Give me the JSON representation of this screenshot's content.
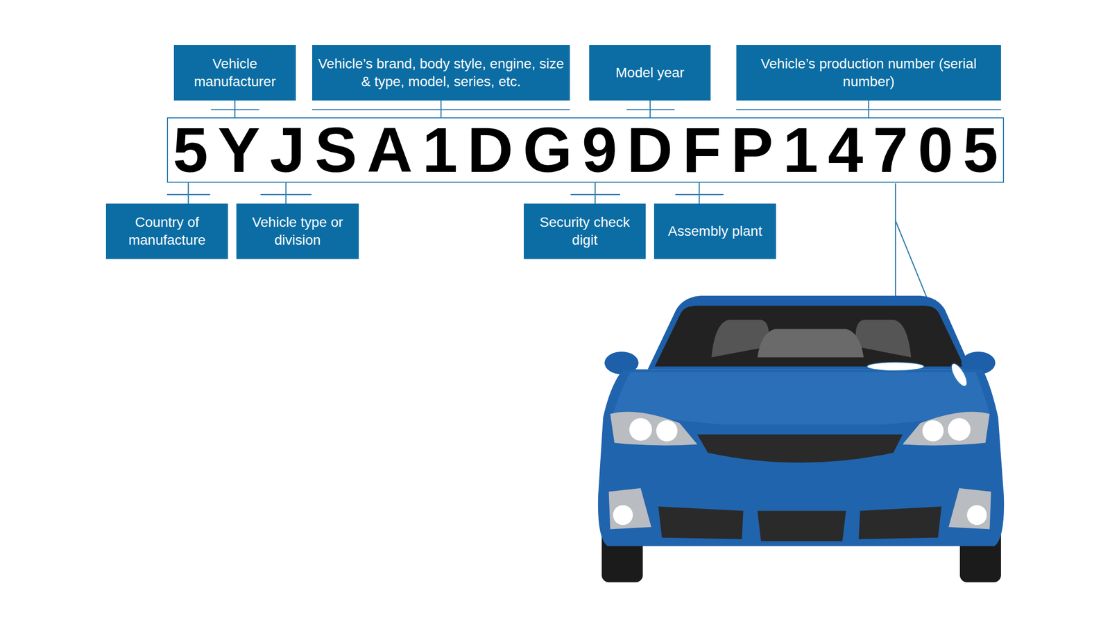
{
  "diagram": {
    "nodes": [
      {
        "text": [
          "Vehicle manufacturer"
        ]
      },
      {
        "text": [
          "Vehicle’s brand, body style, engine, size & type, model, series, etc."
        ]
      },
      {
        "text": [
          "Model year"
        ]
      },
      {
        "text": [
          "Vehicle’s production number (serial number)"
        ]
      },
      {
        "text": [
          "5YJSA1DG9DFP14705"
        ]
      },
      {
        "text": [
          "Country of manufacture"
        ]
      },
      {
        "text": [
          "Vehicle type or division"
        ]
      },
      {
        "text": [
          "Security check digit"
        ]
      },
      {
        "text": [
          "Assembly plant"
        ]
      }
    ],
    "edges": [
      {
        "from": 0,
        "to": 4,
        "arrow": "none"
      },
      {
        "from": 1,
        "to": 4,
        "arrow": "none"
      },
      {
        "from": 2,
        "to": 4,
        "arrow": "none"
      },
      {
        "from": 3,
        "to": 4,
        "arrow": "none"
      },
      {
        "from": 5,
        "to": 4,
        "arrow": "none"
      },
      {
        "from": 6,
        "to": 4,
        "arrow": "none"
      },
      {
        "from": 7,
        "to": 4,
        "arrow": "none"
      },
      {
        "from": 8,
        "to": 4,
        "arrow": "none"
      }
    ]
  }
}
